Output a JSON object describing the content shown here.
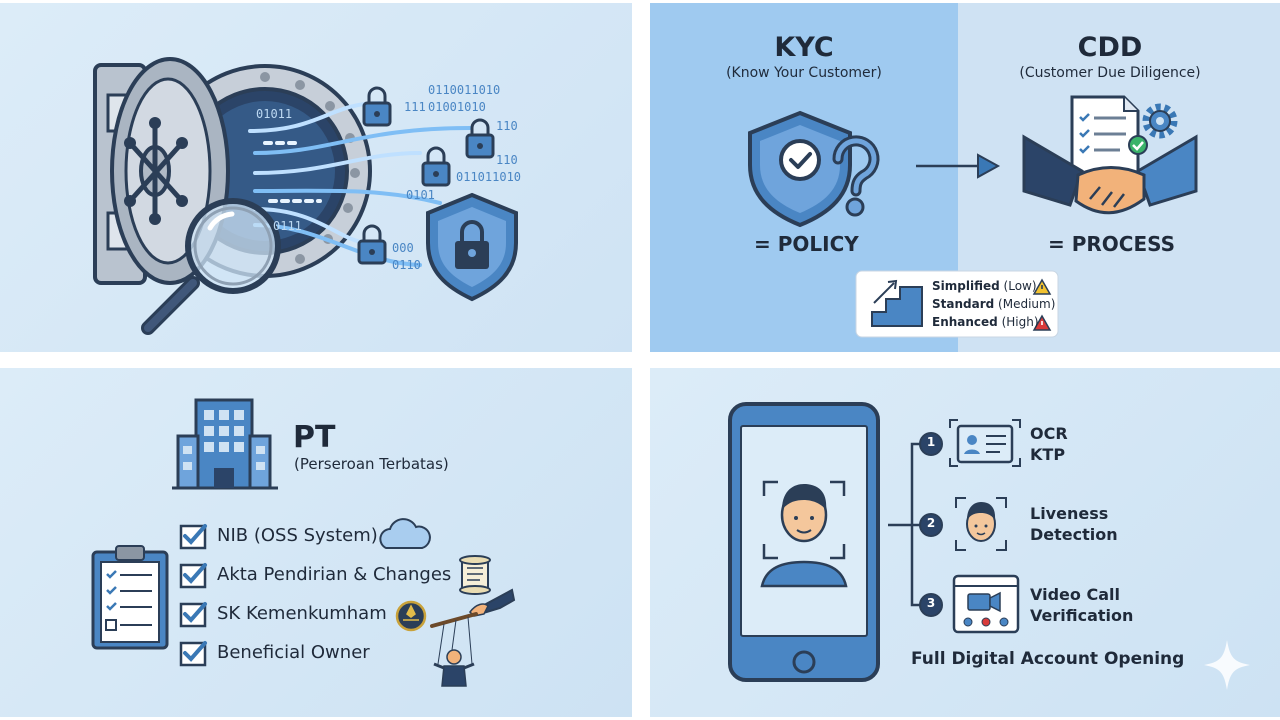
{
  "vault": {
    "binary": [
      "0110011010",
      "111",
      "01001010",
      "01011",
      "110",
      "110",
      "011011010",
      "0101",
      "000",
      "0110",
      "0111"
    ]
  },
  "kyc": {
    "title": "KYC",
    "subtitle": "(Know Your Customer)",
    "equals": "= POLICY"
  },
  "cdd": {
    "title": "CDD",
    "subtitle": "(Customer Due Diligence)",
    "equals": "= PROCESS",
    "levels": [
      {
        "name": "Simplified",
        "qual": "(Low)"
      },
      {
        "name": "Standard",
        "qual": "(Medium)"
      },
      {
        "name": "Enhanced",
        "qual": "(High)"
      }
    ]
  },
  "pt": {
    "title": "PT",
    "subtitle": "(Perseroan Terbatas)",
    "checklist": [
      "NIB (OSS System)",
      "Akta Pendirian & Changes",
      "SK Kemenkumham",
      "Beneficial Owner"
    ]
  },
  "digital": {
    "steps": [
      {
        "num": "1",
        "line1": "OCR",
        "line2": "KTP"
      },
      {
        "num": "2",
        "line1": "Liveness",
        "line2": "Detection"
      },
      {
        "num": "3",
        "line1": "Video Call",
        "line2": "Verification"
      }
    ],
    "footer": "Full Digital Account Opening"
  },
  "colors": {
    "accent": "#3a78b5",
    "navy": "#2b3e57",
    "light": "#a9cdef",
    "warning": "#f2c230",
    "danger": "#d93a3a"
  }
}
